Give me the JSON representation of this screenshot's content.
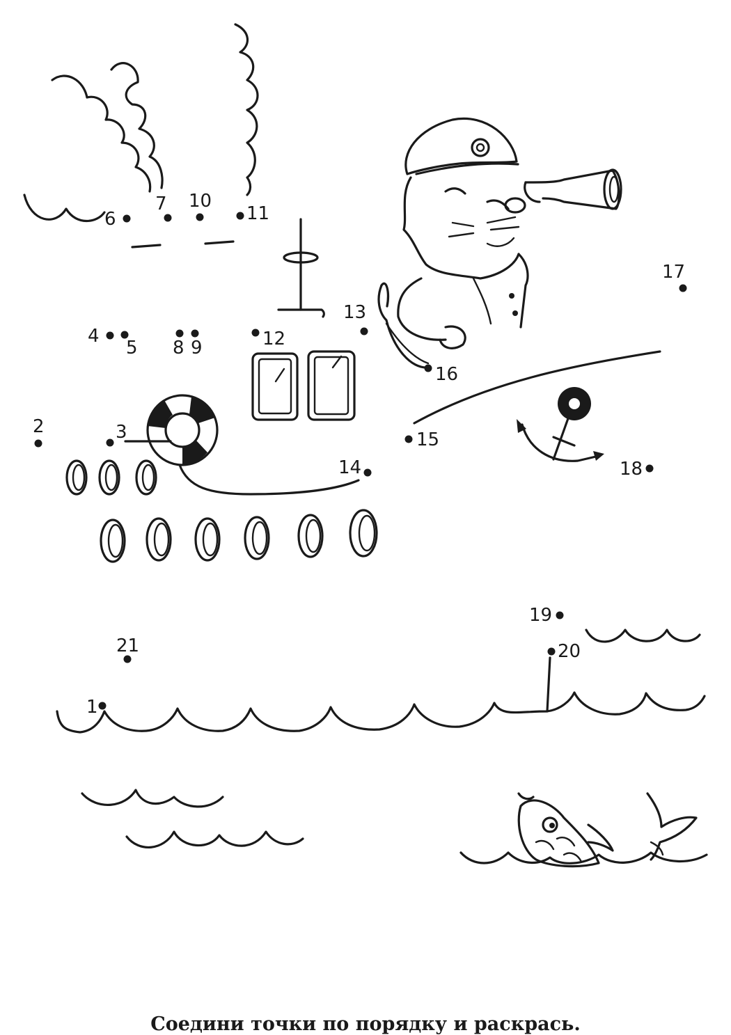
{
  "caption": "Соедини точки по порядку и раскрась.",
  "dots": [
    {
      "label": "1"
    },
    {
      "label": "2"
    },
    {
      "label": "3"
    },
    {
      "label": "4"
    },
    {
      "label": "5"
    },
    {
      "label": "6"
    },
    {
      "label": "7"
    },
    {
      "label": "8"
    },
    {
      "label": "9"
    },
    {
      "label": "10"
    },
    {
      "label": "11"
    },
    {
      "label": "12"
    },
    {
      "label": "13"
    },
    {
      "label": "14"
    },
    {
      "label": "15"
    },
    {
      "label": "16"
    },
    {
      "label": "17"
    },
    {
      "label": "18"
    },
    {
      "label": "19"
    },
    {
      "label": "20"
    },
    {
      "label": "21"
    }
  ],
  "colors": {
    "ink": "#1a1a1a",
    "paper": "#ffffff"
  }
}
